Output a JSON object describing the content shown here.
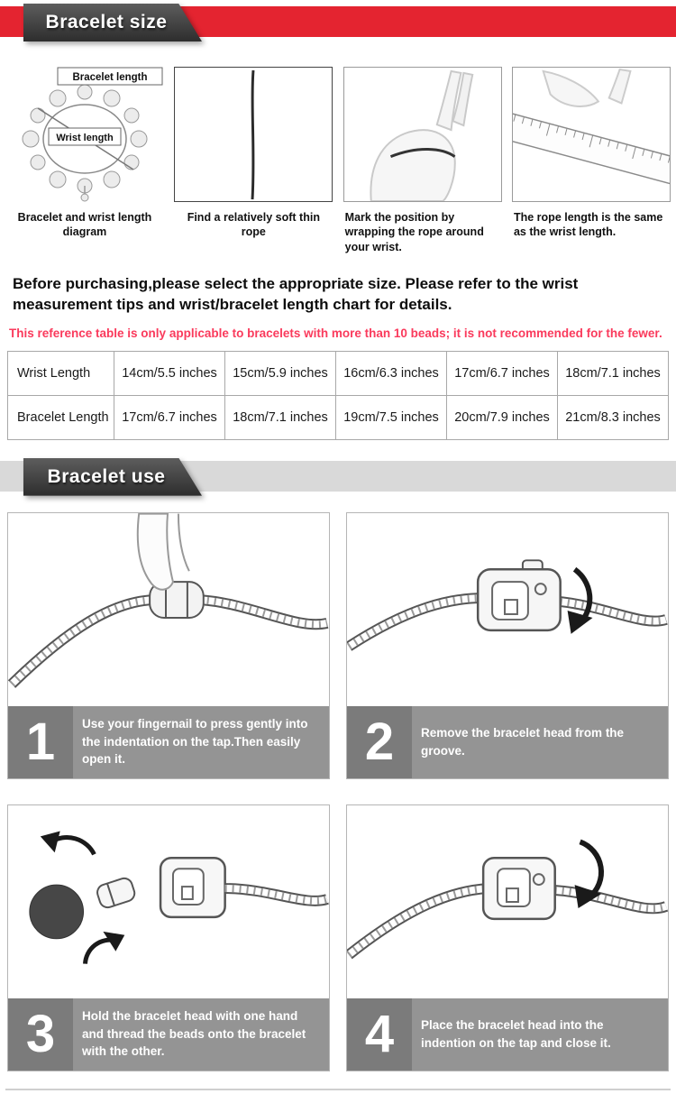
{
  "colors": {
    "accent_red": "#e42430",
    "warning_pink": "#fa3a5c",
    "ribbon_dark": "#3c3c3c",
    "strip_gray": "#d9d9d9",
    "caption_bar_gray": "#949494"
  },
  "size_section": {
    "title": "Bracelet size",
    "figures": [
      {
        "caption": "Bracelet and wrist length diagram",
        "labels": {
          "outer": "Bracelet length",
          "inner": "Wrist length"
        }
      },
      {
        "caption": "Find a relatively soft thin rope"
      },
      {
        "caption": "Mark the position by wrapping the rope around your wrist."
      },
      {
        "caption": "The rope length is the same as the wrist length."
      }
    ],
    "intro": "Before purchasing,please select the appropriate size. Please refer to the wrist measurement tips and wrist/bracelet length chart for details.",
    "warning": "This reference table is only applicable to bracelets with more than 10 beads; it is not recommended for the fewer.",
    "table": {
      "rows": [
        {
          "header": "Wrist Length",
          "cells": [
            "14cm/5.5 inches",
            "15cm/5.9 inches",
            "16cm/6.3 inches",
            "17cm/6.7 inches",
            "18cm/7.1 inches"
          ]
        },
        {
          "header": "Bracelet Length",
          "cells": [
            "17cm/6.7 inches",
            "18cm/7.1 inches",
            "19cm/7.5 inches",
            "20cm/7.9 inches",
            "21cm/8.3 inches"
          ]
        }
      ]
    }
  },
  "use_section": {
    "title": "Bracelet use",
    "steps": [
      {
        "number": "1",
        "caption": "Use your fingernail to press gently into the indentation on the tap.Then easily open it."
      },
      {
        "number": "2",
        "caption": "Remove the bracelet head from the groove."
      },
      {
        "number": "3",
        "caption": "Hold the bracelet head with one hand and thread the beads onto the bracelet with the other."
      },
      {
        "number": "4",
        "caption": "Place the bracelet head into the indention on the tap and close it."
      }
    ]
  }
}
